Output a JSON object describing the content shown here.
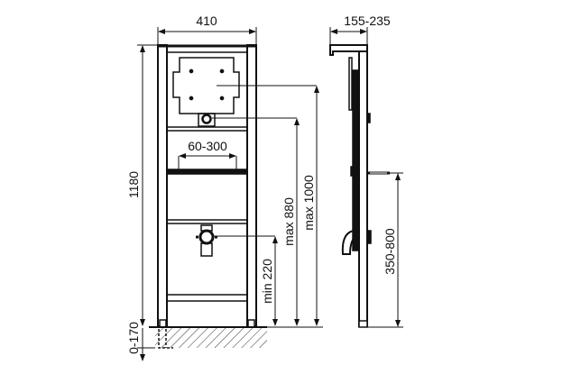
{
  "title": "Urinal installation frame – dimension drawing",
  "dimensions": {
    "width": "410",
    "depth": "155-235",
    "height": "1180",
    "foot_adjust": "0-170",
    "drain_spacing": "60-300",
    "max_outlet_height": "max 1000",
    "max_inlet_height": "max 880",
    "min_drain_height": "min 220",
    "mount_height_range": "350-800"
  },
  "colors": {
    "line": "#111111",
    "background": "#ffffff"
  }
}
